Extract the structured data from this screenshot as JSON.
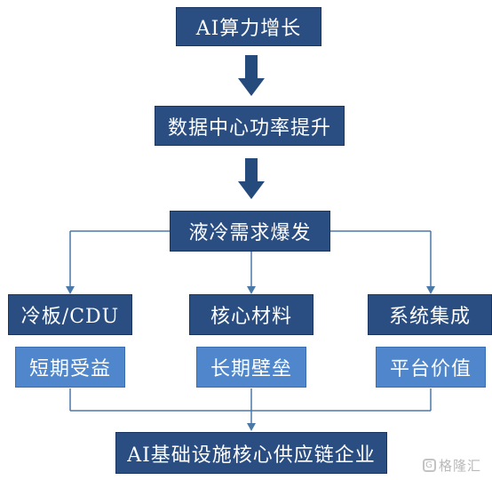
{
  "nodes": {
    "ai_compute_growth": "AI算力增长",
    "datacenter_power_rise": "数据中心功率提升",
    "liquid_cooling_demand": "液冷需求爆发",
    "cold_plate_cdu": "冷板/CDU",
    "core_materials": "核心材料",
    "system_integration": "系统集成",
    "short_term_benefit": "短期受益",
    "long_term_barrier": "长期壁垒",
    "platform_value": "平台价值",
    "ai_infra_suppliers": "AI基础设施核心供应链企业"
  },
  "watermark": {
    "text": "格隆汇",
    "logo": "G"
  },
  "colors": {
    "dark_box": "#2a4e82",
    "light_box": "#4f86cc",
    "connector": "#4a78a8",
    "arrow": "#254a7c"
  }
}
